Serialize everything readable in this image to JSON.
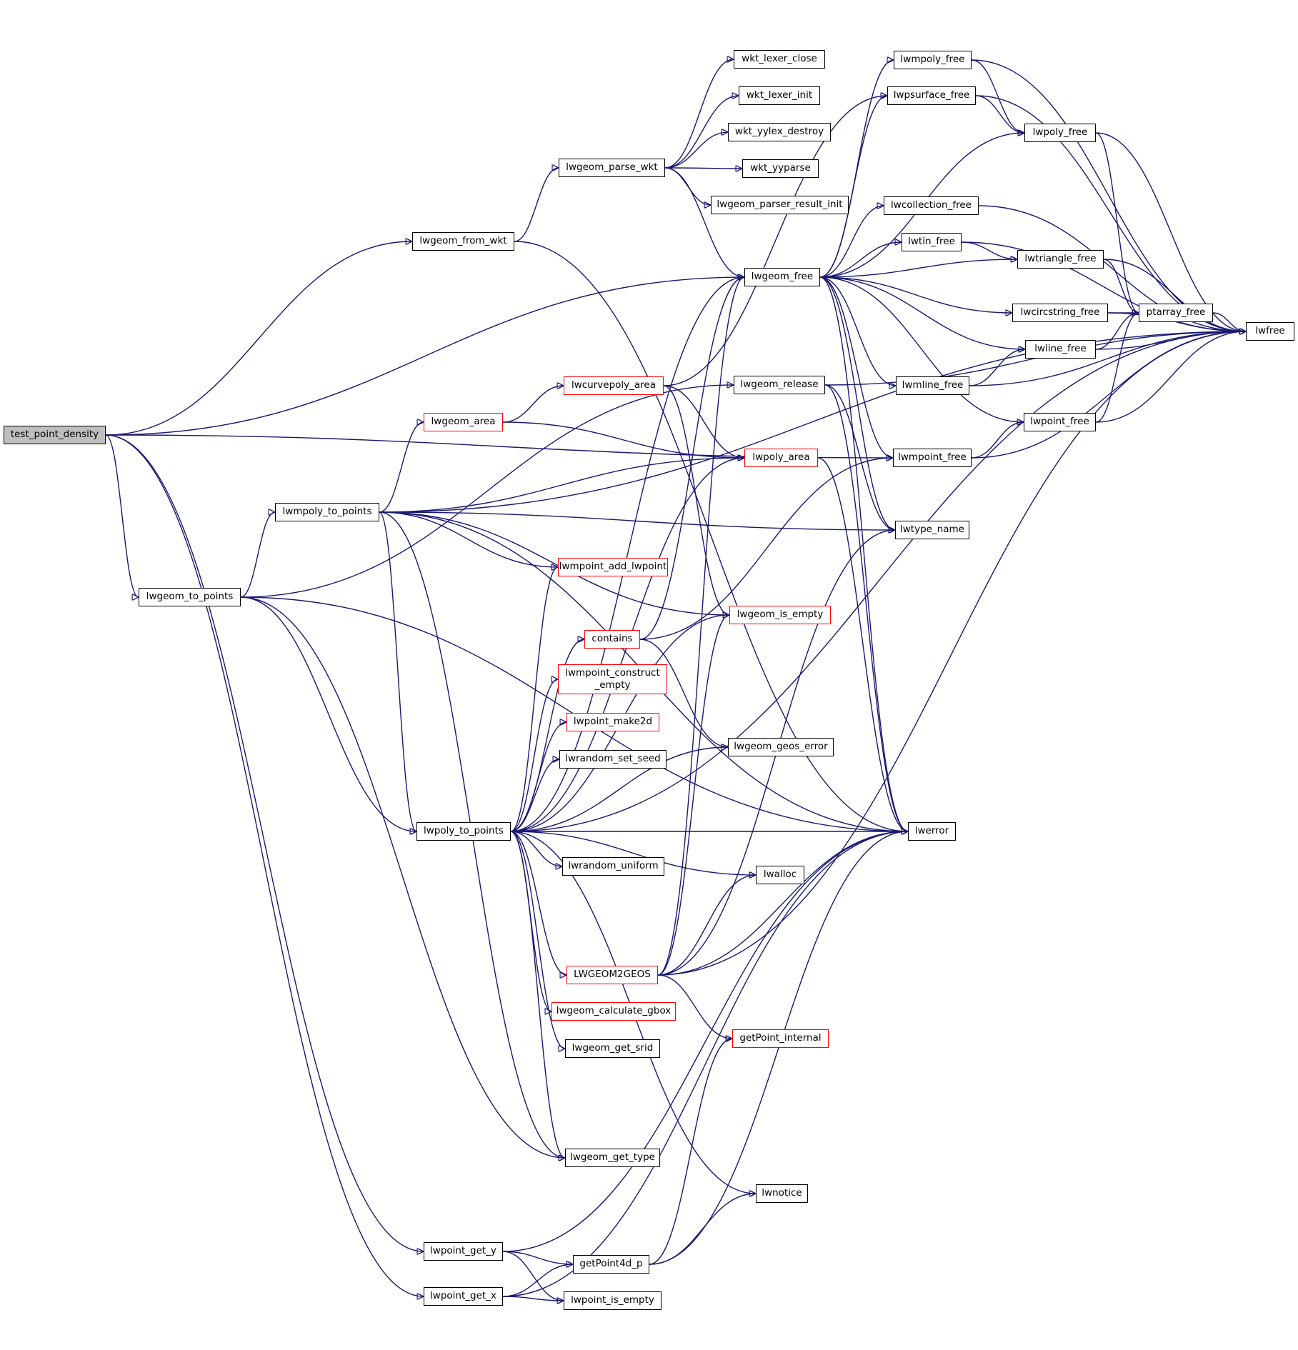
{
  "diagram": {
    "title": "",
    "nodes": [
      {
        "id": "test_point_density",
        "label": "test_point_density",
        "style": "root"
      },
      {
        "id": "lwgeom_from_wkt",
        "label": "lwgeom_from_wkt",
        "style": "normal"
      },
      {
        "id": "lwgeom_to_points",
        "label": "lwgeom_to_points",
        "style": "normal"
      },
      {
        "id": "lwmpoly_to_points",
        "label": "lwmpoly_to_points",
        "style": "normal"
      },
      {
        "id": "lwpoly_to_points",
        "label": "lwpoly_to_points",
        "style": "normal"
      },
      {
        "id": "lwpoint_get_y",
        "label": "lwpoint_get_y",
        "style": "normal"
      },
      {
        "id": "lwpoint_get_x",
        "label": "lwpoint_get_x",
        "style": "normal"
      },
      {
        "id": "lwgeom_parse_wkt",
        "label": "lwgeom_parse_wkt",
        "style": "normal"
      },
      {
        "id": "wkt_lexer_close",
        "label": "wkt_lexer_close",
        "style": "normal"
      },
      {
        "id": "wkt_lexer_init",
        "label": "wkt_lexer_init",
        "style": "normal"
      },
      {
        "id": "wkt_yylex_destroy",
        "label": "wkt_yylex_destroy",
        "style": "normal"
      },
      {
        "id": "wkt_yyparse",
        "label": "wkt_yyparse",
        "style": "normal"
      },
      {
        "id": "lwgeom_parser_result_init",
        "label": "lwgeom_parser_result_init",
        "style": "normal"
      },
      {
        "id": "lwgeom_free",
        "label": "lwgeom_free",
        "style": "normal"
      },
      {
        "id": "lwgeom_area",
        "label": "lwgeom_area",
        "style": "red"
      },
      {
        "id": "lwcurvepoly_area",
        "label": "lwcurvepoly_area",
        "style": "red"
      },
      {
        "id": "lwgeom_release",
        "label": "lwgeom_release",
        "style": "normal"
      },
      {
        "id": "lwpoly_area",
        "label": "lwpoly_area",
        "style": "red"
      },
      {
        "id": "lwmpoint_add_lwpoint",
        "label": "lwmpoint_add_lwpoint",
        "style": "red"
      },
      {
        "id": "lwgeom_is_empty",
        "label": "lwgeom_is_empty",
        "style": "red"
      },
      {
        "id": "contains",
        "label": "contains",
        "style": "red"
      },
      {
        "id": "lwmpoint_construct_empty",
        "label": "lwmpoint_construct\n_empty",
        "style": "red"
      },
      {
        "id": "lwpoint_make2d",
        "label": "lwpoint_make2d",
        "style": "red"
      },
      {
        "id": "lwgeom_geos_error",
        "label": "lwgeom_geos_error",
        "style": "normal"
      },
      {
        "id": "lwrandom_set_seed",
        "label": "lwrandom_set_seed",
        "style": "normal"
      },
      {
        "id": "lwrandom_uniform",
        "label": "lwrandom_uniform",
        "style": "normal"
      },
      {
        "id": "lwalloc",
        "label": "lwalloc",
        "style": "normal"
      },
      {
        "id": "LWGEOM2GEOS",
        "label": "LWGEOM2GEOS",
        "style": "red"
      },
      {
        "id": "lwgeom_calculate_gbox",
        "label": "lwgeom_calculate_gbox",
        "style": "red"
      },
      {
        "id": "getPoint_internal",
        "label": "getPoint_internal",
        "style": "red"
      },
      {
        "id": "lwgeom_get_srid",
        "label": "lwgeom_get_srid",
        "style": "normal"
      },
      {
        "id": "lwgeom_get_type",
        "label": "lwgeom_get_type",
        "style": "normal"
      },
      {
        "id": "lwnotice",
        "label": "lwnotice",
        "style": "normal"
      },
      {
        "id": "getPoint4d_p",
        "label": "getPoint4d_p",
        "style": "normal"
      },
      {
        "id": "lwpoint_is_empty",
        "label": "lwpoint_is_empty",
        "style": "normal"
      },
      {
        "id": "lwmpoly_free",
        "label": "lwmpoly_free",
        "style": "normal"
      },
      {
        "id": "lwpsurface_free",
        "label": "lwpsurface_free",
        "style": "normal"
      },
      {
        "id": "lwcollection_free",
        "label": "lwcollection_free",
        "style": "normal"
      },
      {
        "id": "lwtin_free",
        "label": "lwtin_free",
        "style": "normal"
      },
      {
        "id": "lwmline_free",
        "label": "lwmline_free",
        "style": "normal"
      },
      {
        "id": "lwmpoint_free",
        "label": "lwmpoint_free",
        "style": "normal"
      },
      {
        "id": "lwtype_name",
        "label": "lwtype_name",
        "style": "normal"
      },
      {
        "id": "lwerror",
        "label": "lwerror",
        "style": "normal"
      },
      {
        "id": "lwpoly_free",
        "label": "lwpoly_free",
        "style": "normal"
      },
      {
        "id": "lwtriangle_free",
        "label": "lwtriangle_free",
        "style": "normal"
      },
      {
        "id": "lwcircstring_free",
        "label": "lwcircstring_free",
        "style": "normal"
      },
      {
        "id": "lwline_free",
        "label": "lwline_free",
        "style": "normal"
      },
      {
        "id": "lwpoint_free",
        "label": "lwpoint_free",
        "style": "normal"
      },
      {
        "id": "ptarray_free",
        "label": "ptarray_free",
        "style": "normal"
      },
      {
        "id": "lwfree",
        "label": "lwfree",
        "style": "normal"
      }
    ],
    "edges": [
      [
        "test_point_density",
        "lwgeom_from_wkt"
      ],
      [
        "test_point_density",
        "lwgeom_free"
      ],
      [
        "test_point_density",
        "lwgeom_to_points"
      ],
      [
        "test_point_density",
        "lwpoint_get_y"
      ],
      [
        "test_point_density",
        "lwpoint_get_x"
      ],
      [
        "test_point_density",
        "lwmpoint_free"
      ],
      [
        "lwgeom_from_wkt",
        "lwgeom_parse_wkt"
      ],
      [
        "lwgeom_from_wkt",
        "lwerror"
      ],
      [
        "lwgeom_parse_wkt",
        "wkt_lexer_close"
      ],
      [
        "lwgeom_parse_wkt",
        "wkt_lexer_init"
      ],
      [
        "lwgeom_parse_wkt",
        "wkt_yylex_destroy"
      ],
      [
        "lwgeom_parse_wkt",
        "wkt_yyparse"
      ],
      [
        "lwgeom_parse_wkt",
        "lwgeom_parser_result_init"
      ],
      [
        "lwgeom_parse_wkt",
        "lwgeom_free"
      ],
      [
        "lwgeom_to_points",
        "lwmpoly_to_points"
      ],
      [
        "lwgeom_to_points",
        "lwpoly_to_points"
      ],
      [
        "lwgeom_to_points",
        "lwgeom_get_type"
      ],
      [
        "lwgeom_to_points",
        "lwerror"
      ],
      [
        "lwgeom_to_points",
        "lwgeom_release"
      ],
      [
        "lwmpoly_to_points",
        "lwgeom_area"
      ],
      [
        "lwmpoly_to_points",
        "lwpoly_area"
      ],
      [
        "lwmpoly_to_points",
        "lwpoly_to_points"
      ],
      [
        "lwmpoly_to_points",
        "lwmpoint_add_lwpoint"
      ],
      [
        "lwmpoly_to_points",
        "lwgeom_is_empty"
      ],
      [
        "lwmpoly_to_points",
        "lwerror"
      ],
      [
        "lwmpoly_to_points",
        "lwgeom_get_type"
      ],
      [
        "lwmpoly_to_points",
        "lwtype_name"
      ],
      [
        "lwmpoly_to_points",
        "lwfree"
      ],
      [
        "lwgeom_area",
        "lwcurvepoly_area"
      ],
      [
        "lwgeom_area",
        "lwpoly_area"
      ],
      [
        "lwcurvepoly_area",
        "lwpoly_area"
      ],
      [
        "lwcurvepoly_area",
        "lwgeom_is_empty"
      ],
      [
        "lwcurvepoly_area",
        "lwpsurface_free"
      ],
      [
        "lwpoly_to_points",
        "lwmpoint_add_lwpoint"
      ],
      [
        "lwpoly_to_points",
        "contains"
      ],
      [
        "lwpoly_to_points",
        "lwmpoint_construct_empty"
      ],
      [
        "lwpoly_to_points",
        "lwpoint_make2d"
      ],
      [
        "lwpoly_to_points",
        "lwrandom_set_seed"
      ],
      [
        "lwpoly_to_points",
        "lwrandom_uniform"
      ],
      [
        "lwpoly_to_points",
        "lwalloc"
      ],
      [
        "lwpoly_to_points",
        "LWGEOM2GEOS"
      ],
      [
        "lwpoly_to_points",
        "lwgeom_calculate_gbox"
      ],
      [
        "lwpoly_to_points",
        "lwgeom_get_srid"
      ],
      [
        "lwpoly_to_points",
        "lwgeom_get_type"
      ],
      [
        "lwpoly_to_points",
        "lwnotice"
      ],
      [
        "lwpoly_to_points",
        "lwerror"
      ],
      [
        "lwpoly_to_points",
        "lwgeom_is_empty"
      ],
      [
        "lwpoly_to_points",
        "lwgeom_geos_error"
      ],
      [
        "lwpoly_to_points",
        "lwgeom_free"
      ],
      [
        "lwpoly_to_points",
        "lwpoly_area"
      ],
      [
        "lwpoly_to_points",
        "lwfree"
      ],
      [
        "contains",
        "lwgeom_geos_error"
      ],
      [
        "contains",
        "lwmpoint_free"
      ],
      [
        "contains",
        "lwgeom_free"
      ],
      [
        "LWGEOM2GEOS",
        "lwgeom_is_empty"
      ],
      [
        "LWGEOM2GEOS",
        "lwgeom_free"
      ],
      [
        "LWGEOM2GEOS",
        "lwalloc"
      ],
      [
        "LWGEOM2GEOS",
        "lwerror"
      ],
      [
        "LWGEOM2GEOS",
        "getPoint_internal"
      ],
      [
        "LWGEOM2GEOS",
        "lwtype_name"
      ],
      [
        "LWGEOM2GEOS",
        "lwfree"
      ],
      [
        "lwpoint_get_y",
        "getPoint4d_p"
      ],
      [
        "lwpoint_get_y",
        "lwpoint_is_empty"
      ],
      [
        "lwpoint_get_y",
        "lwerror"
      ],
      [
        "lwpoint_get_x",
        "getPoint4d_p"
      ],
      [
        "lwpoint_get_x",
        "lwpoint_is_empty"
      ],
      [
        "lwpoint_get_x",
        "lwerror"
      ],
      [
        "getPoint4d_p",
        "getPoint_internal"
      ],
      [
        "getPoint4d_p",
        "lwnotice"
      ],
      [
        "getPoint4d_p",
        "lwerror"
      ],
      [
        "lwgeom_release",
        "lwtype_name"
      ],
      [
        "lwgeom_release",
        "lwerror"
      ],
      [
        "lwgeom_release",
        "lwfree"
      ],
      [
        "lwpoly_area",
        "lwerror"
      ],
      [
        "lwgeom_free",
        "lwmpoly_free"
      ],
      [
        "lwgeom_free",
        "lwpsurface_free"
      ],
      [
        "lwgeom_free",
        "lwpoly_free"
      ],
      [
        "lwgeom_free",
        "lwcollection_free"
      ],
      [
        "lwgeom_free",
        "lwtin_free"
      ],
      [
        "lwgeom_free",
        "lwtriangle_free"
      ],
      [
        "lwgeom_free",
        "lwcircstring_free"
      ],
      [
        "lwgeom_free",
        "lwline_free"
      ],
      [
        "lwgeom_free",
        "lwmline_free"
      ],
      [
        "lwgeom_free",
        "lwpoint_free"
      ],
      [
        "lwgeom_free",
        "lwmpoint_free"
      ],
      [
        "lwgeom_free",
        "lwtype_name"
      ],
      [
        "lwgeom_free",
        "lwerror"
      ],
      [
        "lwmpoly_free",
        "lwpoly_free"
      ],
      [
        "lwmpoly_free",
        "lwfree"
      ],
      [
        "lwpsurface_free",
        "lwpoly_free"
      ],
      [
        "lwpsurface_free",
        "lwfree"
      ],
      [
        "lwcollection_free",
        "lwfree"
      ],
      [
        "lwtin_free",
        "lwtriangle_free"
      ],
      [
        "lwtin_free",
        "lwfree"
      ],
      [
        "lwmline_free",
        "lwline_free"
      ],
      [
        "lwmline_free",
        "lwfree"
      ],
      [
        "lwmpoint_free",
        "lwpoint_free"
      ],
      [
        "lwmpoint_free",
        "lwfree"
      ],
      [
        "lwpoly_free",
        "ptarray_free"
      ],
      [
        "lwpoly_free",
        "lwfree"
      ],
      [
        "lwtriangle_free",
        "ptarray_free"
      ],
      [
        "lwtriangle_free",
        "lwfree"
      ],
      [
        "lwcircstring_free",
        "ptarray_free"
      ],
      [
        "lwcircstring_free",
        "lwfree"
      ],
      [
        "lwline_free",
        "ptarray_free"
      ],
      [
        "lwline_free",
        "lwfree"
      ],
      [
        "lwpoint_free",
        "ptarray_free"
      ],
      [
        "lwpoint_free",
        "lwfree"
      ],
      [
        "ptarray_free",
        "lwfree"
      ]
    ]
  }
}
